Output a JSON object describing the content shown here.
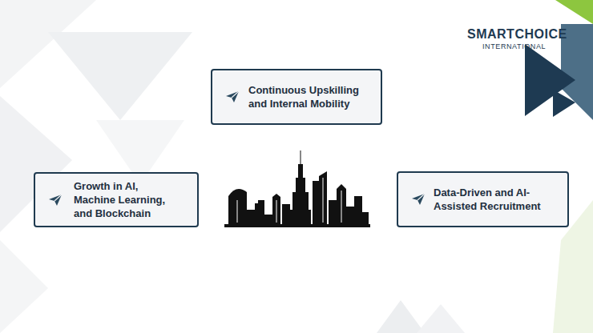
{
  "diagram": {
    "nodes": [
      {
        "text": [
          "Continuous Upskilling and Internal Mobility"
        ]
      },
      {
        "text": [
          "Growth in AI, Machine Learning, and Blockchain"
        ]
      },
      {
        "text": [
          "Data-Driven and AI-Assisted Recruitment"
        ]
      }
    ],
    "labels": [
      "SMARTCHOICE",
      "INTERNATIONAL"
    ]
  }
}
